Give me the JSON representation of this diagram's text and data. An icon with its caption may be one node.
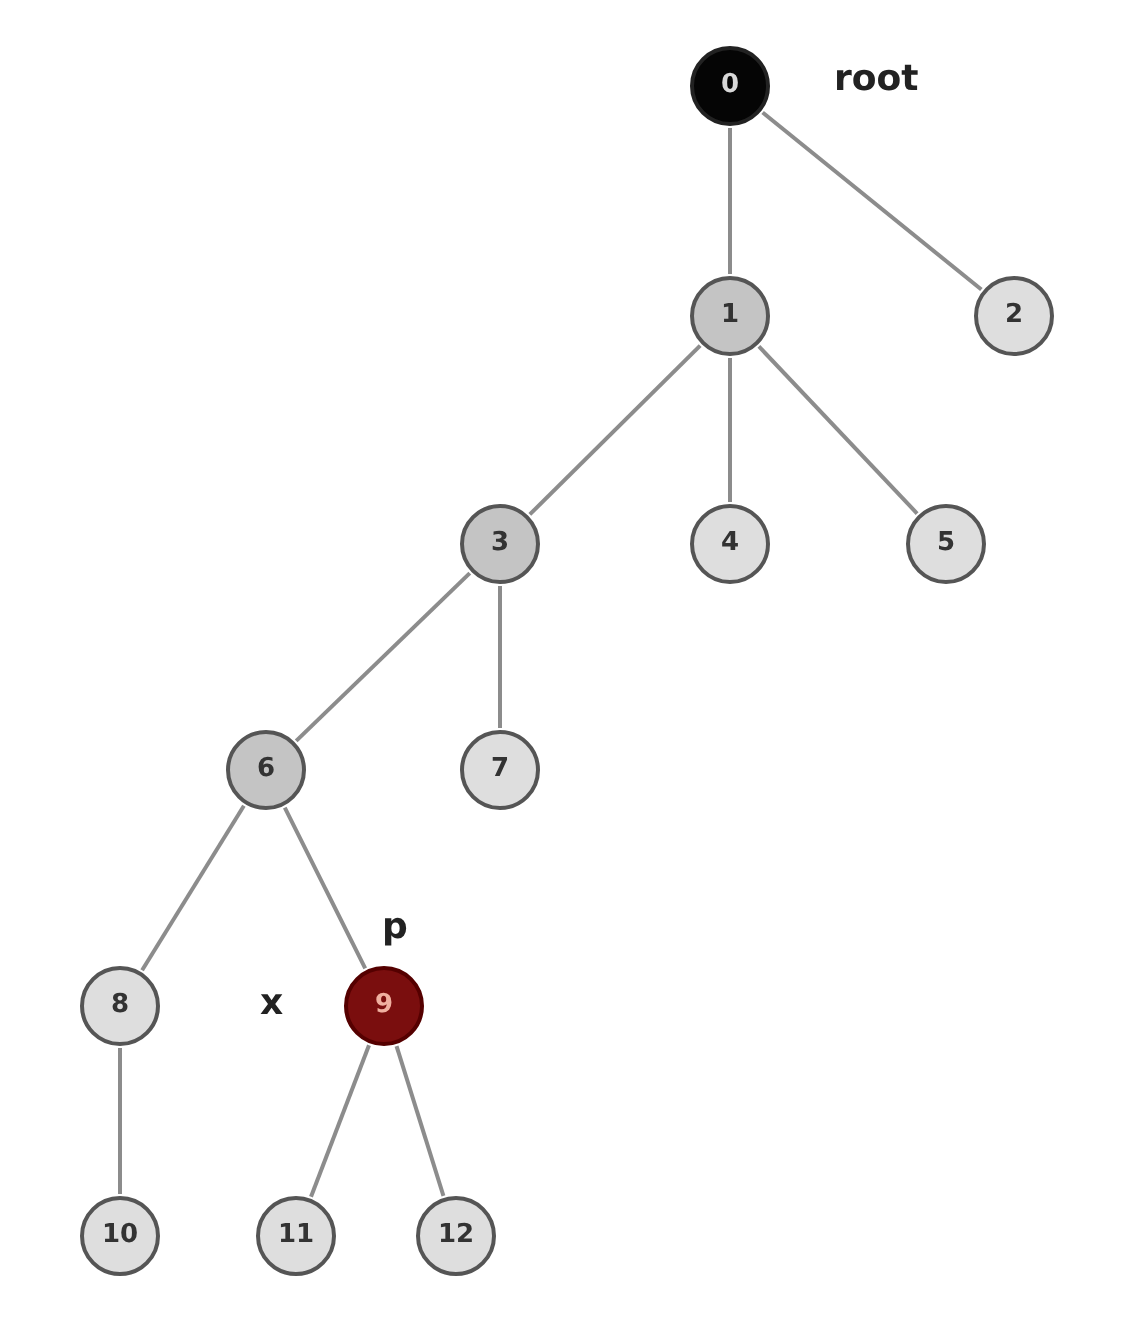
{
  "diagram": {
    "nodes": [
      {
        "text": [
          "0"
        ],
        "beside": [
          "root"
        ]
      },
      {
        "text": [
          "1"
        ]
      },
      {
        "text": [
          "2"
        ]
      },
      {
        "text": [
          "3"
        ]
      },
      {
        "text": [
          "4"
        ]
      },
      {
        "text": [
          "5"
        ]
      },
      {
        "text": [
          "6"
        ]
      },
      {
        "text": [
          "7"
        ]
      },
      {
        "text": [
          "8"
        ]
      },
      {
        "text": [
          "9"
        ],
        "beside": [
          "p",
          "x"
        ]
      },
      {
        "text": [
          "10"
        ]
      },
      {
        "text": [
          "11"
        ]
      },
      {
        "text": [
          "12"
        ]
      }
    ],
    "edges": [
      {
        "from": 0,
        "to": 1,
        "arrow": "none"
      },
      {
        "from": 0,
        "to": 2,
        "arrow": "none"
      },
      {
        "from": 1,
        "to": 3,
        "arrow": "none"
      },
      {
        "from": 1,
        "to": 4,
        "arrow": "none"
      },
      {
        "from": 1,
        "to": 5,
        "arrow": "none"
      },
      {
        "from": 3,
        "to": 6,
        "arrow": "none"
      },
      {
        "from": 3,
        "to": 7,
        "arrow": "none"
      },
      {
        "from": 6,
        "to": 8,
        "arrow": "none"
      },
      {
        "from": 6,
        "to": 9,
        "arrow": "none"
      },
      {
        "from": 8,
        "to": 10,
        "arrow": "none"
      },
      {
        "from": 9,
        "to": 11,
        "arrow": "none"
      },
      {
        "from": 9,
        "to": 12,
        "arrow": "none"
      }
    ]
  }
}
